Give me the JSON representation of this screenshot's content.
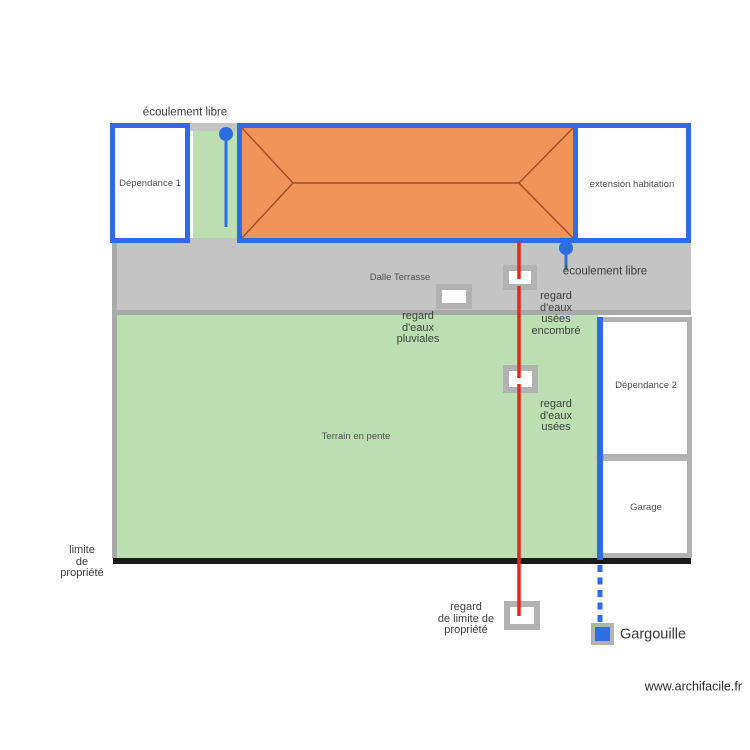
{
  "plan": {
    "labels": {
      "ecoulement_libre_top": "écoulement libre",
      "ecoulement_libre_right": "écoulement libre",
      "dependance1": "Dépendance 1",
      "extension_habitation": "extension habitation",
      "dalle_terrasse": "Dalle Terrasse",
      "terrain_en_pente": "Terrain en pente",
      "dependance2": "Dépendance 2",
      "garage": "Garage",
      "regard_eaux_pluviales": "regard\nd'eaux\npluviales",
      "regard_eaux_usees_encombre": "regard\nd'eaux\nusées\nencombré",
      "regard_eaux_usees": "regard\nd'eaux\nusées",
      "limite_de_propriete": "limite\nde\npropriété",
      "regard_limite_propriete": "regard\nde limite de\npropriété",
      "gargouille": "Gargouille"
    },
    "watermark": "www.archifacile.fr",
    "colors": {
      "wall_blue": "#2e6ce4",
      "roof_orange": "#f0945a",
      "roof_line": "#a14b28",
      "grass_green": "#bcdfb2",
      "terrace_gray": "#c4c4c4",
      "edge_gray": "#a9a9a9",
      "regard_border_gray": "#b2b2b2",
      "pipe_red": "#e8251a",
      "property_line_black": "#1a1a1a",
      "label_text": "#3d3d3d"
    }
  }
}
